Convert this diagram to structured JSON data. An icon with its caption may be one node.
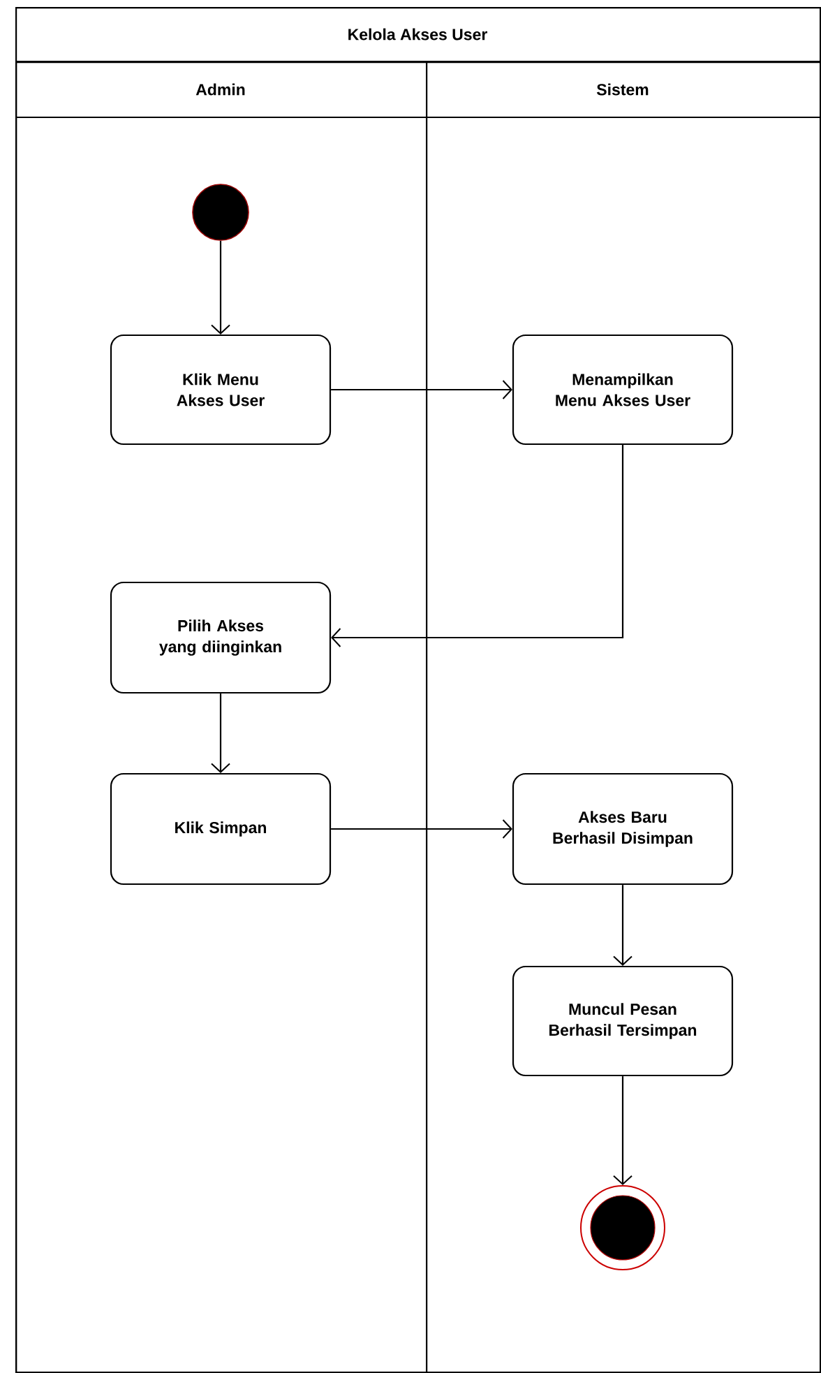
{
  "diagram": {
    "nodes": [
      {
        "text": [
          "Kelola Akses User"
        ]
      },
      {
        "text": [
          "Admin"
        ],
        "in": 0
      },
      {
        "text": [
          "Sistem"
        ],
        "in": 0
      },
      {
        "text": [],
        "shape": "circle",
        "in": 1
      },
      {
        "text": [
          "Klik Menu Akses User"
        ],
        "in": 1
      },
      {
        "text": [
          "Menampilkan Menu Akses User"
        ],
        "in": 2
      },
      {
        "text": [
          "Pilih Akses yang diinginkan"
        ],
        "in": 1
      },
      {
        "text": [
          "Klik Simpan"
        ],
        "in": 1
      },
      {
        "text": [
          "Akses Baru Berhasil Disimpan"
        ],
        "in": 2
      },
      {
        "text": [
          "Muncul Pesan Berhasil Tersimpan"
        ],
        "in": 2
      },
      {
        "text": [],
        "shape": "bullseye",
        "in": 2
      }
    ],
    "edges": [
      {
        "from": 3,
        "to": 4,
        "arrow": "to"
      },
      {
        "from": 4,
        "to": 5,
        "arrow": "to"
      },
      {
        "from": 5,
        "to": 6,
        "arrow": "to"
      },
      {
        "from": 6,
        "to": 7,
        "arrow": "to"
      },
      {
        "from": 7,
        "to": 8,
        "arrow": "to"
      },
      {
        "from": 8,
        "to": 9,
        "arrow": "to"
      },
      {
        "from": 9,
        "to": 10,
        "arrow": "to"
      }
    ]
  }
}
